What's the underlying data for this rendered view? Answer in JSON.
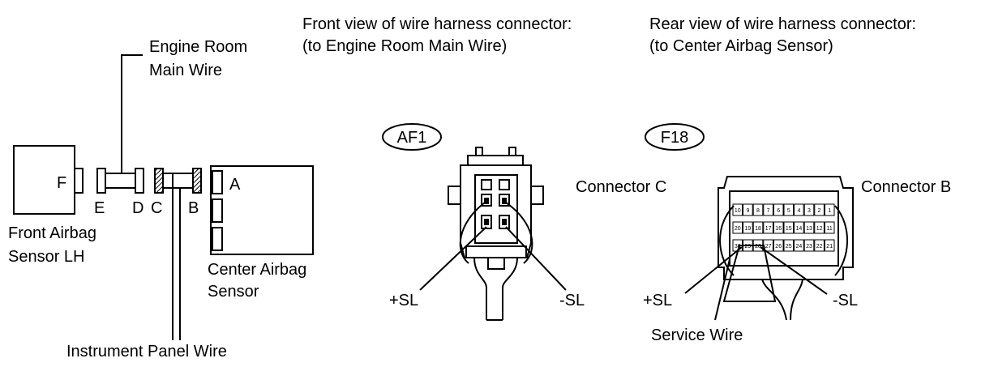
{
  "header": {
    "front_view_line1": "Front view of wire harness connector:",
    "front_view_line2": "(to Engine Room Main Wire)",
    "rear_view_line1": "Rear view of wire harness connector:",
    "rear_view_line2": "(to Center Airbag Sensor)"
  },
  "schematic": {
    "engine_room_line1": "Engine Room",
    "engine_room_line2": "Main Wire",
    "front_sensor_line1": "Front Airbag",
    "front_sensor_line2": "Sensor LH",
    "center_sensor_line1": "Center Airbag",
    "center_sensor_line2": "Sensor",
    "instrument_panel": "Instrument Panel Wire",
    "letter_f": "F",
    "letter_e": "E",
    "letter_d": "D",
    "letter_c": "C",
    "letter_b": "B",
    "letter_a": "A"
  },
  "connector_c": {
    "code": "AF1",
    "title": "Connector C",
    "plus": "+SL",
    "minus": "-SL"
  },
  "connector_b": {
    "code": "F18",
    "title": "Connector B",
    "plus": "+SL",
    "minus": "-SL",
    "service": "Service Wire",
    "row1": [
      "10",
      "9",
      "8",
      "7",
      "6",
      "5",
      "4",
      "3",
      "2",
      "1"
    ],
    "row2": [
      "20",
      "19",
      "18",
      "17",
      "16",
      "15",
      "14",
      "13",
      "12",
      "11"
    ],
    "row3": [
      "30",
      "29",
      "28",
      "27",
      "26",
      "25",
      "24",
      "23",
      "22",
      "21"
    ]
  }
}
